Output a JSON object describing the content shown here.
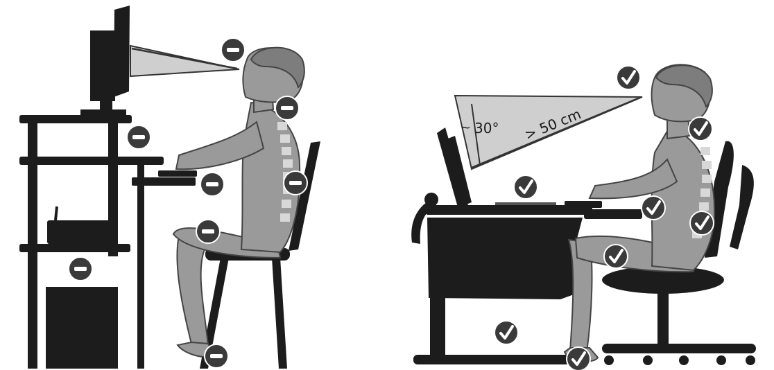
{
  "left_panel": {
    "markers": [
      {
        "kind": "minus",
        "icon": "minus-circle-icon"
      },
      {
        "kind": "minus",
        "icon": "minus-circle-icon"
      },
      {
        "kind": "minus",
        "icon": "minus-circle-icon"
      },
      {
        "kind": "minus",
        "icon": "minus-circle-icon"
      },
      {
        "kind": "minus",
        "icon": "minus-circle-icon"
      },
      {
        "kind": "minus",
        "icon": "minus-circle-icon"
      },
      {
        "kind": "minus",
        "icon": "minus-circle-icon"
      },
      {
        "kind": "minus",
        "icon": "minus-circle-icon"
      }
    ]
  },
  "right_panel": {
    "angle_label": "30°",
    "tilde_label": "~",
    "distance_label": "> 50 cm",
    "markers": [
      {
        "kind": "check",
        "icon": "check-circle-icon"
      },
      {
        "kind": "check",
        "icon": "check-circle-icon"
      },
      {
        "kind": "check",
        "icon": "check-circle-icon"
      },
      {
        "kind": "check",
        "icon": "check-circle-icon"
      },
      {
        "kind": "check",
        "icon": "check-circle-icon"
      },
      {
        "kind": "check",
        "icon": "check-circle-icon"
      },
      {
        "kind": "check",
        "icon": "check-circle-icon"
      },
      {
        "kind": "check",
        "icon": "check-circle-icon"
      }
    ]
  },
  "colors": {
    "furniture": "#1c1c1c",
    "skin": "#9a9a9a",
    "skin_shadow": "#7d7d7d",
    "spine": "#d8d8d8",
    "view_cone": "#cfcfcf",
    "marker_fill": "#3a3a3a",
    "marker_symbol": "#ffffff"
  }
}
